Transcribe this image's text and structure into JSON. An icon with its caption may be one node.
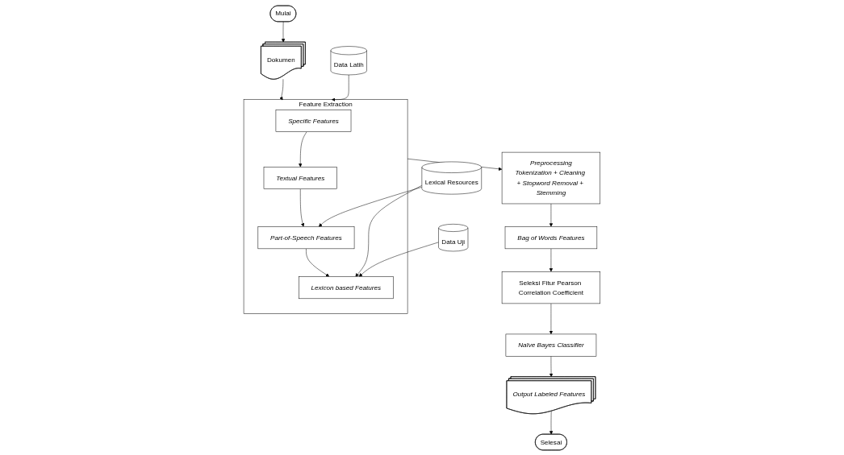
{
  "diagram": {
    "nodes": [
      {
        "text": [
          "Mulai"
        ]
      },
      {
        "text": [
          "Dokumen"
        ]
      },
      {
        "text": [
          "Feature Extraction"
        ]
      },
      {
        "text": [
          "Specific Features"
        ],
        "in": 2
      },
      {
        "text": [
          "Textual Features"
        ],
        "in": 2
      },
      {
        "text": [
          "Part-of-Speech Features"
        ],
        "in": 2
      },
      {
        "text": [
          "Lexicon based Features"
        ],
        "in": 2
      },
      {
        "text": [
          "Data Latih"
        ]
      },
      {
        "text": [
          "Lexical Resources"
        ]
      },
      {
        "text": [
          "Data Uji"
        ]
      },
      {
        "text": [
          "Preprocessing",
          "Tokenization + Cleaning + Stopword Removal + Stemming"
        ]
      },
      {
        "text": [
          "Bag of Words Features"
        ]
      },
      {
        "text": [
          "Seleksi Fitur Pearson Correlation Coefficient"
        ]
      },
      {
        "text": [
          "Naïve Bayes Classifier"
        ]
      },
      {
        "text": [
          "Output Labeled Features"
        ]
      },
      {
        "text": [
          "Selesai"
        ]
      }
    ],
    "edges": [
      {
        "from": 0,
        "to": 1,
        "arrow": "to"
      },
      {
        "from": 1,
        "to": 2,
        "arrow": "to"
      },
      {
        "from": 7,
        "to": 2,
        "arrow": "to"
      },
      {
        "from": 3,
        "to": 4,
        "arrow": "to"
      },
      {
        "from": 4,
        "to": 5,
        "arrow": "to"
      },
      {
        "from": 5,
        "to": 6,
        "arrow": "to"
      },
      {
        "from": 8,
        "to": 5,
        "arrow": "to"
      },
      {
        "from": 8,
        "to": 6,
        "arrow": "to"
      },
      {
        "from": 9,
        "to": 6,
        "arrow": "to"
      },
      {
        "from": 2,
        "to": 10,
        "arrow": "to"
      },
      {
        "from": 10,
        "to": 11,
        "arrow": "to"
      },
      {
        "from": 11,
        "to": 12,
        "arrow": "to"
      },
      {
        "from": 12,
        "to": 13,
        "arrow": "to"
      },
      {
        "from": 13,
        "to": 14,
        "arrow": "to"
      },
      {
        "from": 14,
        "to": 15,
        "arrow": "to"
      }
    ]
  }
}
